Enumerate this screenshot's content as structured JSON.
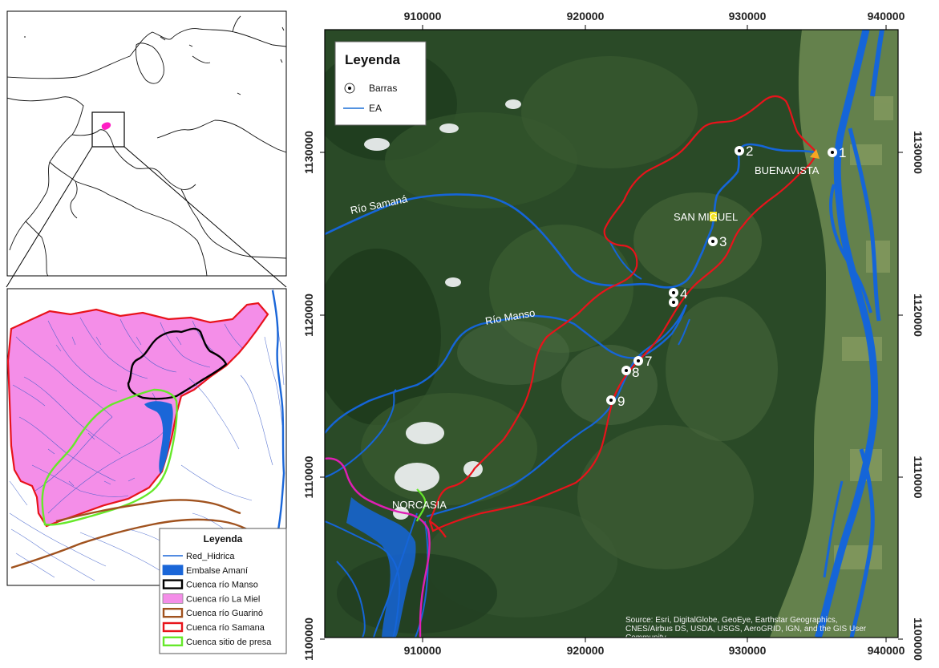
{
  "main_map": {
    "x_ticks": [
      "910000",
      "920000",
      "930000",
      "940000"
    ],
    "y_ticks": [
      "1130000",
      "1120000",
      "1110000",
      "1100000"
    ],
    "place_labels": [
      "BUENAVISTA",
      "SAN MIGUEL",
      "NORCASIA"
    ],
    "river_labels": [
      "Río Samaná",
      "Río Manso"
    ],
    "bar_numbers": [
      "1",
      "2",
      "3",
      "4",
      "7",
      "8",
      "9"
    ],
    "legend": {
      "title": "Leyenda",
      "items": [
        {
          "label": "Barras",
          "icon": "bar-point-icon"
        },
        {
          "label": "EA",
          "icon": "line-icon",
          "color": "#1a6fd6"
        }
      ]
    },
    "attribution": [
      "Source: Esri, DigitalGlobe, GeoEye, Earthstar Geographics,",
      "CNES/Airbus DS, USDA, USGS, AeroGRID, IGN, and the GIS User",
      "Community"
    ],
    "colors": {
      "river": "#1565d8",
      "samana_basin": "#e8131b",
      "lamiel_basin": "#e01fb4",
      "place_marker": "#f2e21a",
      "buenavista_marker": "#f6a623"
    }
  },
  "inset_legend": {
    "title": "Leyenda",
    "items": [
      {
        "label": "Red_Hidrica",
        "color": "#1a66d8",
        "kind": "line"
      },
      {
        "label": "Embalse Amaní",
        "color": "#1a66d8",
        "kind": "fill"
      },
      {
        "label": "Cuenca río Manso",
        "color": "#000000",
        "kind": "outline"
      },
      {
        "label": "Cuenca río La Miel",
        "color": "#f48ee8",
        "kind": "fill"
      },
      {
        "label": "Cuenca río Guarinó",
        "color": "#a0521e",
        "kind": "outline"
      },
      {
        "label": "Cuenca río Samana",
        "color": "#e8131b",
        "kind": "outline"
      },
      {
        "label": "Cuenca sitio de presa",
        "color": "#66e82a",
        "kind": "outline"
      }
    ]
  }
}
